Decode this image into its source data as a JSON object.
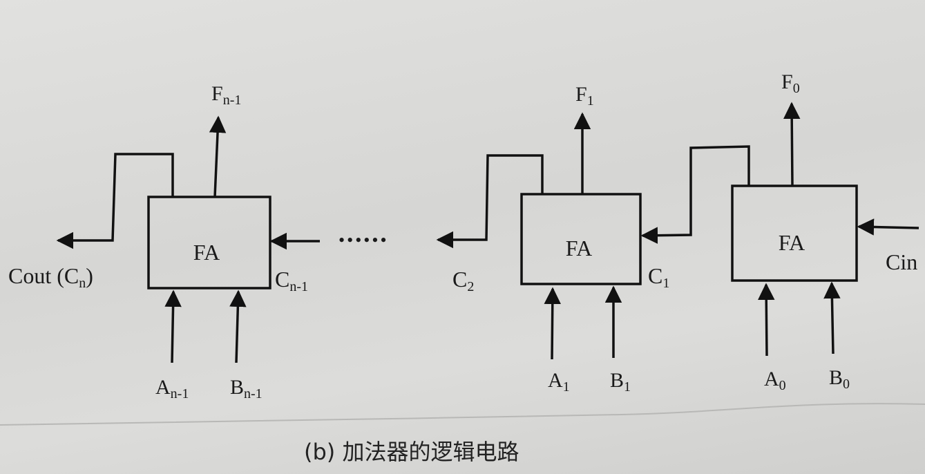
{
  "figure": {
    "caption": "(b) 加法器的逻辑电路",
    "ellipsis": "••••••",
    "blocks": [
      {
        "label": "FA",
        "output": {
          "base": "F",
          "sub": "n-1"
        },
        "inputs": [
          {
            "base": "A",
            "sub": "n-1"
          },
          {
            "base": "B",
            "sub": "n-1"
          }
        ],
        "carry_in": {
          "base": "C",
          "sub": "n-1"
        },
        "carry_out": {
          "base": "Cout (C",
          "sub": "n",
          "tail": ")"
        }
      },
      {
        "label": "FA",
        "output": {
          "base": "F",
          "sub": "1"
        },
        "inputs": [
          {
            "base": "A",
            "sub": "1"
          },
          {
            "base": "B",
            "sub": "1"
          }
        ],
        "carry_in": {
          "base": "C",
          "sub": "1"
        },
        "carry_out": {
          "base": "C",
          "sub": "2"
        }
      },
      {
        "label": "FA",
        "output": {
          "base": "F",
          "sub": "0"
        },
        "inputs": [
          {
            "base": "A",
            "sub": "0"
          },
          {
            "base": "B",
            "sub": "0"
          }
        ],
        "carry_in": {
          "base": "Cin",
          "sub": ""
        }
      }
    ]
  }
}
